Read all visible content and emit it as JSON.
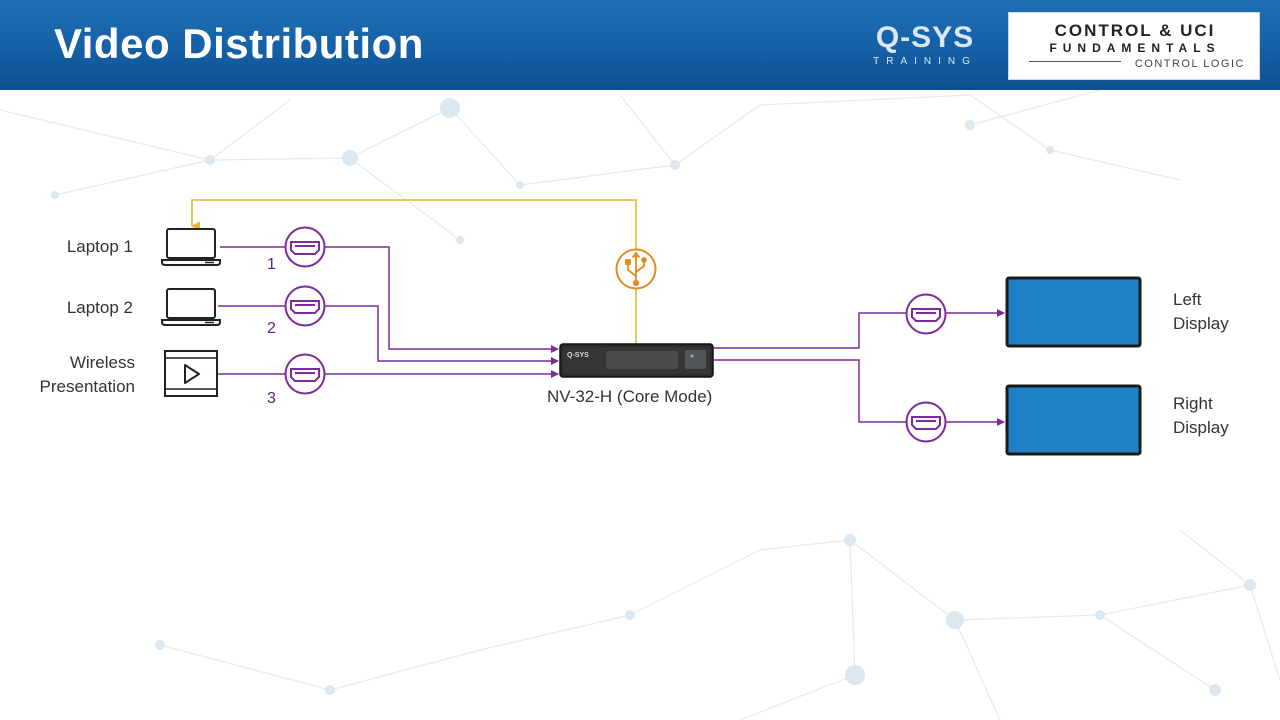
{
  "header": {
    "title": "Video Distribution",
    "brand_name": "Q-SYS",
    "brand_sub": "TRAINING",
    "course_line1": "CONTROL & UCI",
    "course_line2": "FUNDAMENTALS",
    "course_line3": "CONTROL LOGIC"
  },
  "sources": [
    {
      "label": "Laptop 1",
      "number": "1"
    },
    {
      "label": "Laptop 2",
      "number": "2"
    },
    {
      "label_line1": "Wireless",
      "label_line2": "Presentation",
      "number": "3"
    }
  ],
  "core": {
    "label": "NV-32-H (Core Mode)",
    "logo": "Q-SYS"
  },
  "displays": [
    {
      "label_line1": "Left",
      "label_line2": "Display"
    },
    {
      "label_line1": "Right",
      "label_line2": "Display"
    }
  ],
  "colors": {
    "header_blue": "#1560a6",
    "video_line": "#7b2c9a",
    "usb_line": "#e8b52e",
    "usb_icon": "#e58a1f",
    "display_fill": "#1f7fc7"
  },
  "icons": [
    "laptop-icon",
    "play-icon",
    "hdmi-icon",
    "usb-icon"
  ]
}
